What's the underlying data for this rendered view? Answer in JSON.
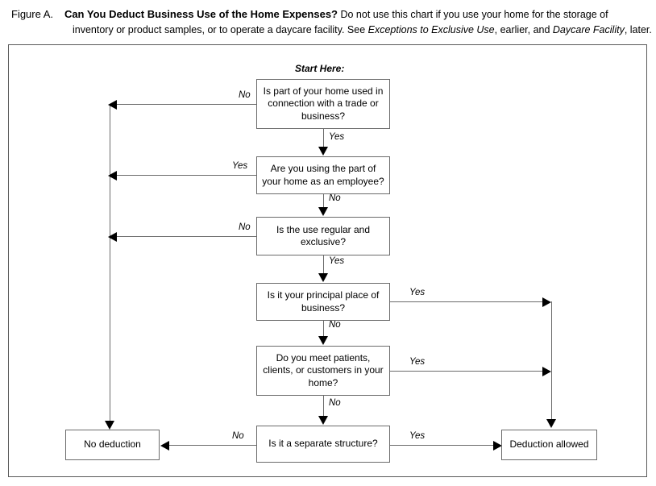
{
  "caption": {
    "figure_label": "Figure A.",
    "title": "Can You Deduct Business Use of the Home Expenses?",
    "line1_rest": " Do not use this chart if you use your home for the storage of",
    "line2_a": "inventory or product samples, or to operate a daycare facility. ",
    "line2_see": "See ",
    "line2_italic1": "Exceptions to Exclusive Use",
    "line2_mid": ", earlier, and ",
    "line2_italic2": "Daycare Facility",
    "line2_end": ", later."
  },
  "chart_data": {
    "type": "diagram",
    "title": "Can You Deduct Business Use of the Home Expenses?",
    "start_label": "Start Here:",
    "nodes": [
      {
        "id": "q1",
        "label": "Is part of your home used in connection with a trade or business?",
        "shape": "rect"
      },
      {
        "id": "q2",
        "label": "Are you using the part of your home as an employee?",
        "shape": "rect"
      },
      {
        "id": "q3",
        "label": "Is the use regular and exclusive?",
        "shape": "rect"
      },
      {
        "id": "q4",
        "label": "Is it your principal place of business?",
        "shape": "rect"
      },
      {
        "id": "q5",
        "label": "Do you meet patients, clients, or customers in your home?",
        "shape": "rect"
      },
      {
        "id": "q6",
        "label": "Is it a separate structure?",
        "shape": "rect"
      },
      {
        "id": "no_deduction",
        "label": "No deduction",
        "shape": "rect"
      },
      {
        "id": "deduction_allowed",
        "label": "Deduction allowed",
        "shape": "rect"
      }
    ],
    "edges": [
      {
        "from": "q1",
        "to": "no_deduction",
        "label": "No"
      },
      {
        "from": "q1",
        "to": "q2",
        "label": "Yes"
      },
      {
        "from": "q2",
        "to": "no_deduction",
        "label": "Yes"
      },
      {
        "from": "q2",
        "to": "q3",
        "label": "No"
      },
      {
        "from": "q3",
        "to": "no_deduction",
        "label": "No"
      },
      {
        "from": "q3",
        "to": "q4",
        "label": "Yes"
      },
      {
        "from": "q4",
        "to": "deduction_allowed",
        "label": "Yes"
      },
      {
        "from": "q4",
        "to": "q5",
        "label": "No"
      },
      {
        "from": "q5",
        "to": "deduction_allowed",
        "label": "Yes"
      },
      {
        "from": "q5",
        "to": "q6",
        "label": "No"
      },
      {
        "from": "q6",
        "to": "deduction_allowed",
        "label": "Yes"
      },
      {
        "from": "q6",
        "to": "no_deduction",
        "label": "No"
      }
    ],
    "labels": {
      "yes": "Yes",
      "no": "No"
    }
  },
  "edge_labels": {
    "q1_no": "No",
    "q1_yes": "Yes",
    "q2_yes": "Yes",
    "q2_no": "No",
    "q3_no": "No",
    "q3_yes": "Yes",
    "q4_yes": "Yes",
    "q4_no": "No",
    "q5_yes": "Yes",
    "q5_no": "No",
    "q6_yes": "Yes",
    "q6_no": "No"
  },
  "colors": {
    "line": "#6b6b6b",
    "arrow": "#000000",
    "frame": "#5a5a5a",
    "text": "#000000",
    "background": "#ffffff"
  }
}
